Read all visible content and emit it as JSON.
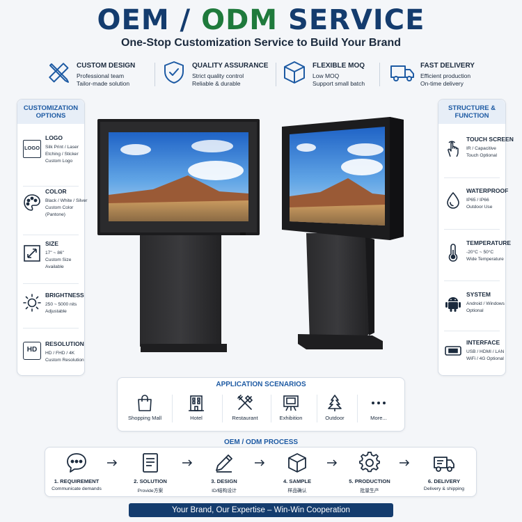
{
  "header": {
    "title_part1": "OEM",
    "title_sep": " / ",
    "title_part2": "ODM",
    "title_part3": " SERVICE",
    "subtitle": "One-Stop Customization Service to Build Your Brand"
  },
  "features": [
    {
      "title": "CUSTOM DESIGN",
      "line1": "Professional team",
      "line2": "Tailor-made solution",
      "icon": "ruler-pencil-icon"
    },
    {
      "title": "QUALITY ASSURANCE",
      "line1": "Strict quality control",
      "line2": "Reliable & durable",
      "icon": "shield-check-icon"
    },
    {
      "title": "FLEXIBLE MOQ",
      "line1": "Low MOQ",
      "line2": "Support small batch",
      "icon": "box-icon"
    },
    {
      "title": "FAST DELIVERY",
      "line1": "Efficient production",
      "line2": "On-time delivery",
      "icon": "truck-icon"
    }
  ],
  "customization": {
    "title_line1": "CUSTOMIZATION",
    "title_line2": "OPTIONS",
    "items": [
      {
        "title": "LOGO",
        "icon_text": "LOGO",
        "lines": [
          "Silk Print / Laser",
          "Etching / Sticker",
          "Custom Logo"
        ]
      },
      {
        "title": "COLOR",
        "icon": "palette-icon",
        "lines": [
          "Black / White / Silver",
          "Custom Color",
          "(Pantone)"
        ]
      },
      {
        "title": "SIZE",
        "icon": "resize-icon",
        "lines": [
          "17\" ~ 86\"",
          "Custom Size",
          "Available"
        ]
      },
      {
        "title": "BRIGHTNESS",
        "icon": "sun-icon",
        "lines": [
          "250 ~ 5000 nits",
          "Adjustable"
        ]
      },
      {
        "title": "RESOLUTION",
        "icon_text": "HD",
        "lines": [
          "HD / FHD / 4K",
          "Custom Resolution"
        ]
      }
    ]
  },
  "structure": {
    "title_line1": "STRUCTURE &",
    "title_line2": "FUNCTION",
    "items": [
      {
        "title": "TOUCH SCREEN",
        "icon": "touch-hand-icon",
        "lines": [
          "IR / Capacitive",
          "Touch Optional"
        ]
      },
      {
        "title": "WATERPROOF",
        "icon": "water-drop-icon",
        "lines": [
          "IP65 / IP66",
          "Outdoor Use"
        ]
      },
      {
        "title": "TEMPERATURE",
        "icon": "thermometer-icon",
        "lines": [
          "-20°C ~ 50°C",
          "Wide Temperature"
        ]
      },
      {
        "title": "SYSTEM",
        "icon": "android-icon",
        "lines": [
          "Android / Windows",
          "Optional"
        ]
      },
      {
        "title": "INTERFACE",
        "icon": "usb-port-icon",
        "lines": [
          "USB / HDMI / LAN",
          "WiFi / 4G Optional"
        ]
      }
    ]
  },
  "applications": {
    "title": "APPLICATION SCENARIOS",
    "items": [
      {
        "label": "Shopping Mall",
        "icon": "shopping-bag-icon"
      },
      {
        "label": "Hotel",
        "icon": "hotel-building-icon"
      },
      {
        "label": "Restaurant",
        "icon": "fork-knife-icon"
      },
      {
        "label": "Exhibition",
        "icon": "exhibition-booth-icon"
      },
      {
        "label": "Outdoor",
        "icon": "pine-tree-icon"
      },
      {
        "label": "More...",
        "icon": "more-dots-icon"
      }
    ]
  },
  "process": {
    "title": "OEM / ODM PROCESS",
    "steps": [
      {
        "title": "1. REQUIREMENT",
        "line": "Communicate demands",
        "icon": "chat-bubble-icon"
      },
      {
        "title": "2. SOLUTION",
        "line": "Provide方案",
        "icon": "document-list-icon"
      },
      {
        "title": "3. DESIGN",
        "line": "ID/结构设计",
        "icon": "pencil-icon"
      },
      {
        "title": "4. SAMPLE",
        "line": "样品确认",
        "icon": "cube-icon"
      },
      {
        "title": "5. PRODUCTION",
        "line": "批量生产",
        "icon": "gear-icon"
      },
      {
        "title": "6. DELIVERY",
        "line": "Delivery & shipping",
        "icon": "delivery-truck-icon"
      }
    ]
  },
  "footer": {
    "banner": "Your Brand, Our Expertise – Win-Win Cooperation"
  },
  "colors": {
    "navy": "#143c6e",
    "green": "#1f7a3c",
    "accent_blue": "#1d5aa3",
    "background": "#f4f6f9"
  }
}
